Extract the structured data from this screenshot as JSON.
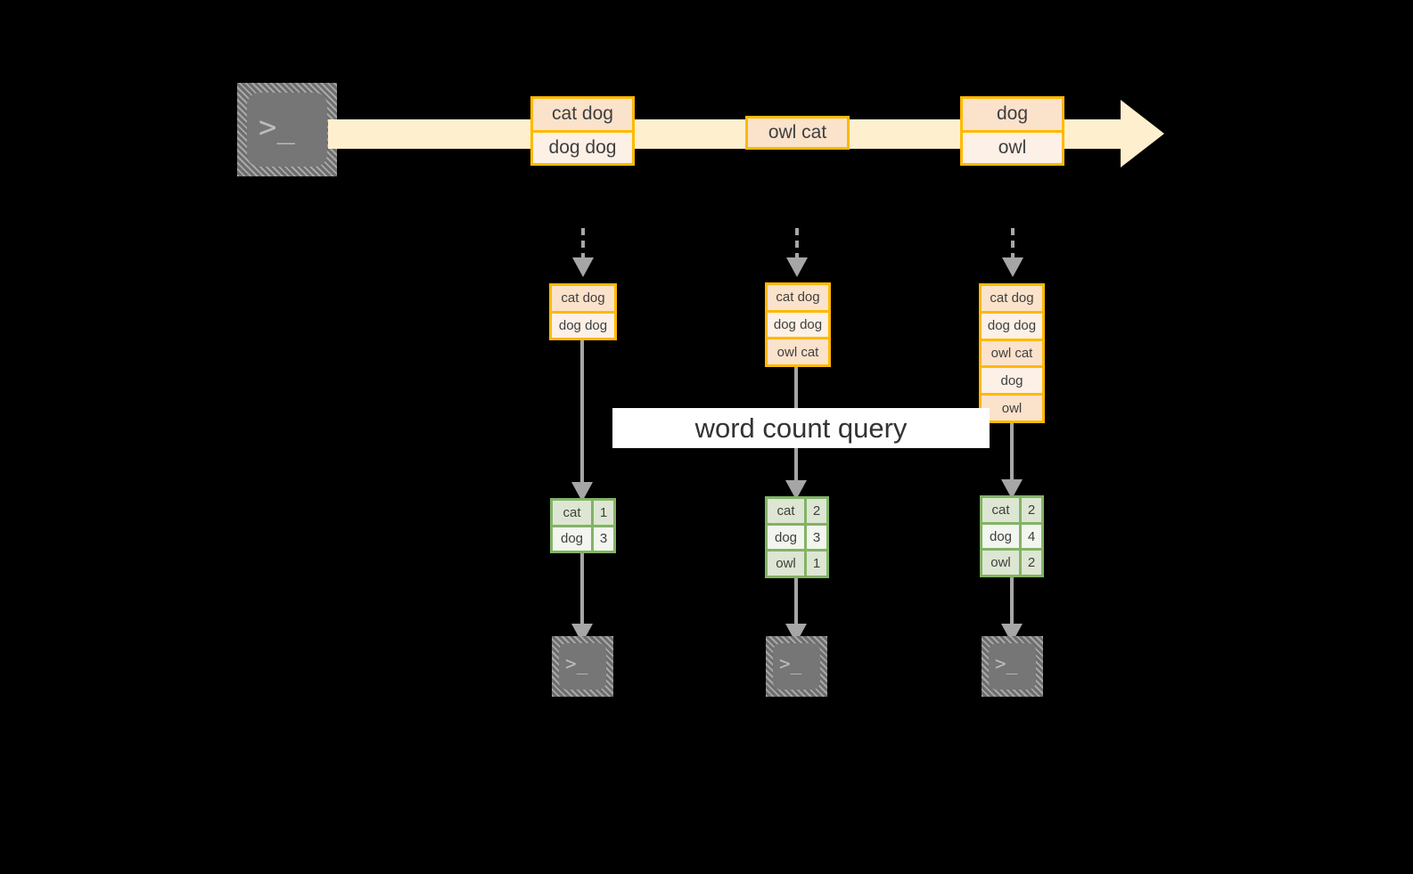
{
  "diagram": {
    "title_label": "word count query",
    "colors": {
      "stream_band": "#feefce",
      "record_border": "#ffb900",
      "record_fill_dark": "#fbe2cb",
      "record_fill_light": "#fdf0e6",
      "result_border": "#82b366",
      "result_fill_dark": "#dde6d2",
      "result_fill_light": "#f2f6ee",
      "arrow": "#a6a6a6",
      "node_fill": "#767676",
      "background": "#000000",
      "label_fill": "#ffffff",
      "text": "#3f3f3f"
    },
    "source": {
      "icon": "terminal-icon",
      "glyph": ">_"
    },
    "stream": {
      "direction": "left-to-right",
      "batches": [
        {
          "name": "batch-1",
          "lines": [
            "cat dog",
            "dog dog"
          ]
        },
        {
          "name": "batch-2",
          "lines": [
            "owl cat"
          ]
        },
        {
          "name": "batch-3",
          "lines": [
            "dog",
            "owl"
          ]
        }
      ]
    },
    "columns": [
      {
        "name": "snapshot-1",
        "accumulated": [
          "cat dog",
          "dog dog"
        ],
        "result": {
          "rows": [
            {
              "word": "cat",
              "count": "1"
            },
            {
              "word": "dog",
              "count": "3"
            }
          ]
        },
        "sink": {
          "icon": "terminal-icon",
          "glyph": ">_"
        }
      },
      {
        "name": "snapshot-2",
        "accumulated": [
          "cat dog",
          "dog dog",
          "owl cat"
        ],
        "result": {
          "rows": [
            {
              "word": "cat",
              "count": "2"
            },
            {
              "word": "dog",
              "count": "3"
            },
            {
              "word": "owl",
              "count": "1"
            }
          ]
        },
        "sink": {
          "icon": "terminal-icon",
          "glyph": ">_"
        }
      },
      {
        "name": "snapshot-3",
        "accumulated": [
          "cat dog",
          "dog dog",
          "owl cat",
          "dog",
          "owl"
        ],
        "result": {
          "rows": [
            {
              "word": "cat",
              "count": "2"
            },
            {
              "word": "dog",
              "count": "4"
            },
            {
              "word": "owl",
              "count": "2"
            }
          ]
        },
        "sink": {
          "icon": "terminal-icon",
          "glyph": ">_"
        }
      }
    ]
  }
}
